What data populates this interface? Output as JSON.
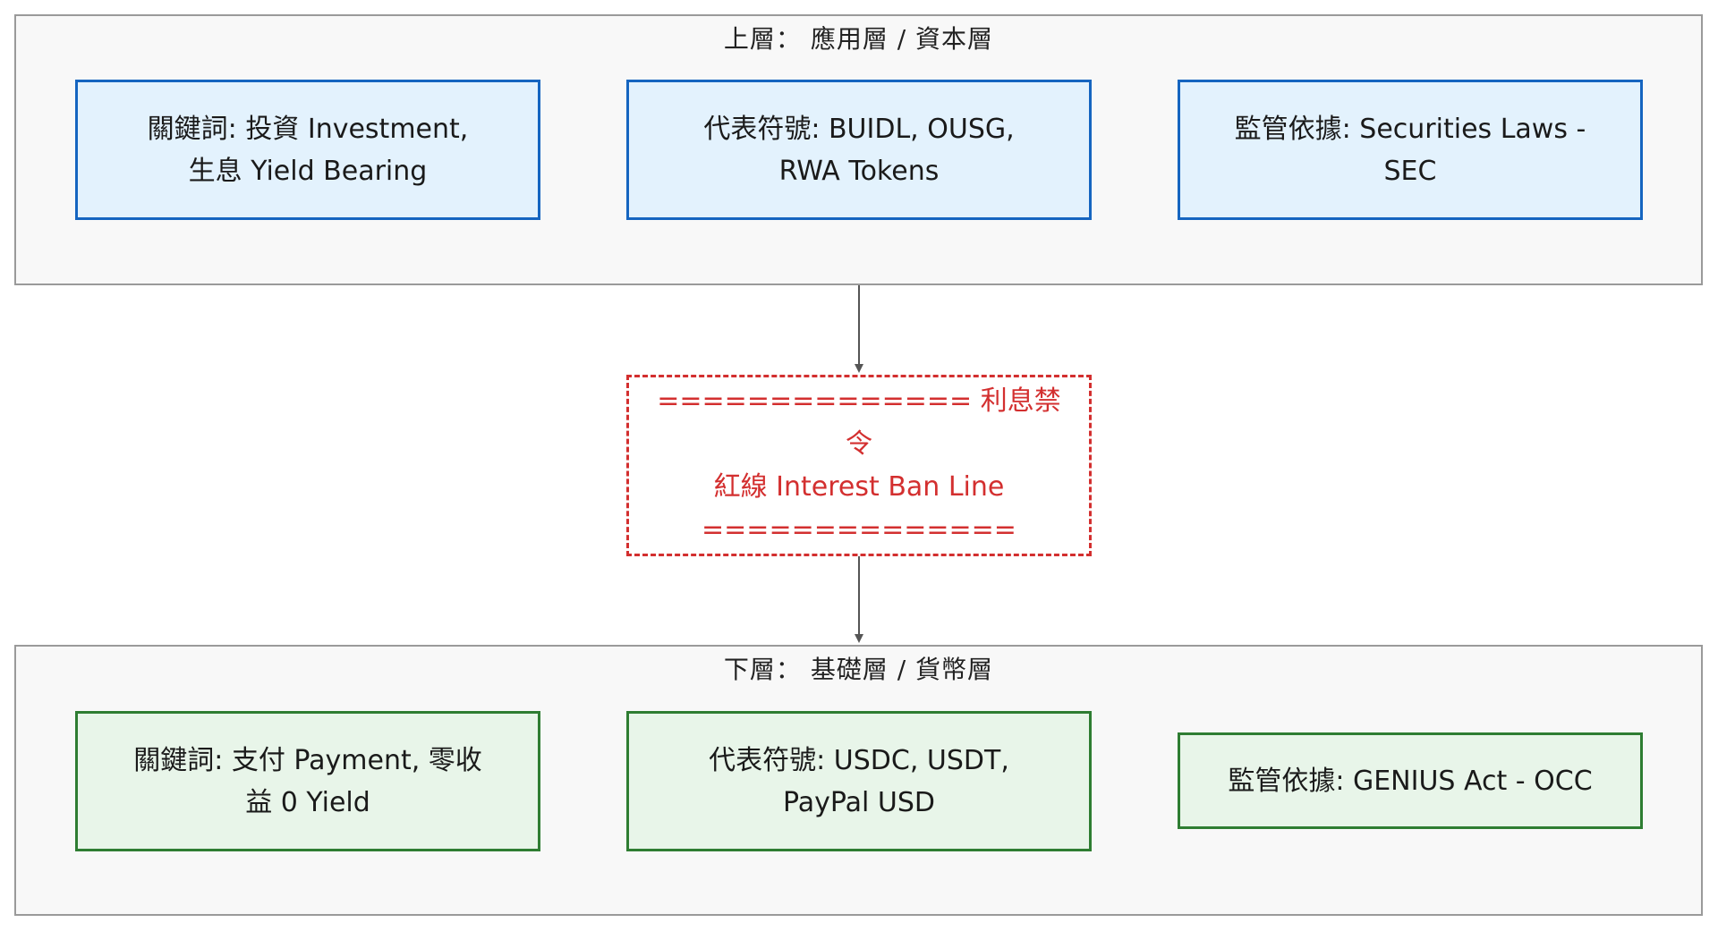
{
  "top_layer": {
    "title": "上層： 應用層 / 資本層",
    "boxes": [
      {
        "lines": [
          "關鍵詞: 投資 Investment,",
          "生息 Yield Bearing"
        ]
      },
      {
        "lines": [
          "代表符號: BUIDL, OUSG,",
          "RWA Tokens"
        ]
      },
      {
        "lines": [
          "監管依據: Securities Laws -",
          "SEC"
        ]
      }
    ]
  },
  "divider": {
    "lines": [
      "============== 利息禁令",
      "紅線 Interest Ban Line",
      "=============="
    ]
  },
  "bottom_layer": {
    "title": "下層： 基礎層 / 貨幣層",
    "boxes": [
      {
        "lines": [
          "關鍵詞: 支付 Payment, 零收",
          "益 0 Yield"
        ]
      },
      {
        "lines": [
          "代表符號: USDC, USDT,",
          "PayPal USD"
        ]
      },
      {
        "lines": [
          "監管依據: GENIUS Act - OCC"
        ]
      }
    ]
  },
  "colors": {
    "top_fill": "#e3f2fd",
    "top_border": "#1565c0",
    "bottom_fill": "#e8f5e9",
    "bottom_border": "#2e7d32",
    "ban_red": "#d32f2f",
    "arrow": "#555555"
  }
}
